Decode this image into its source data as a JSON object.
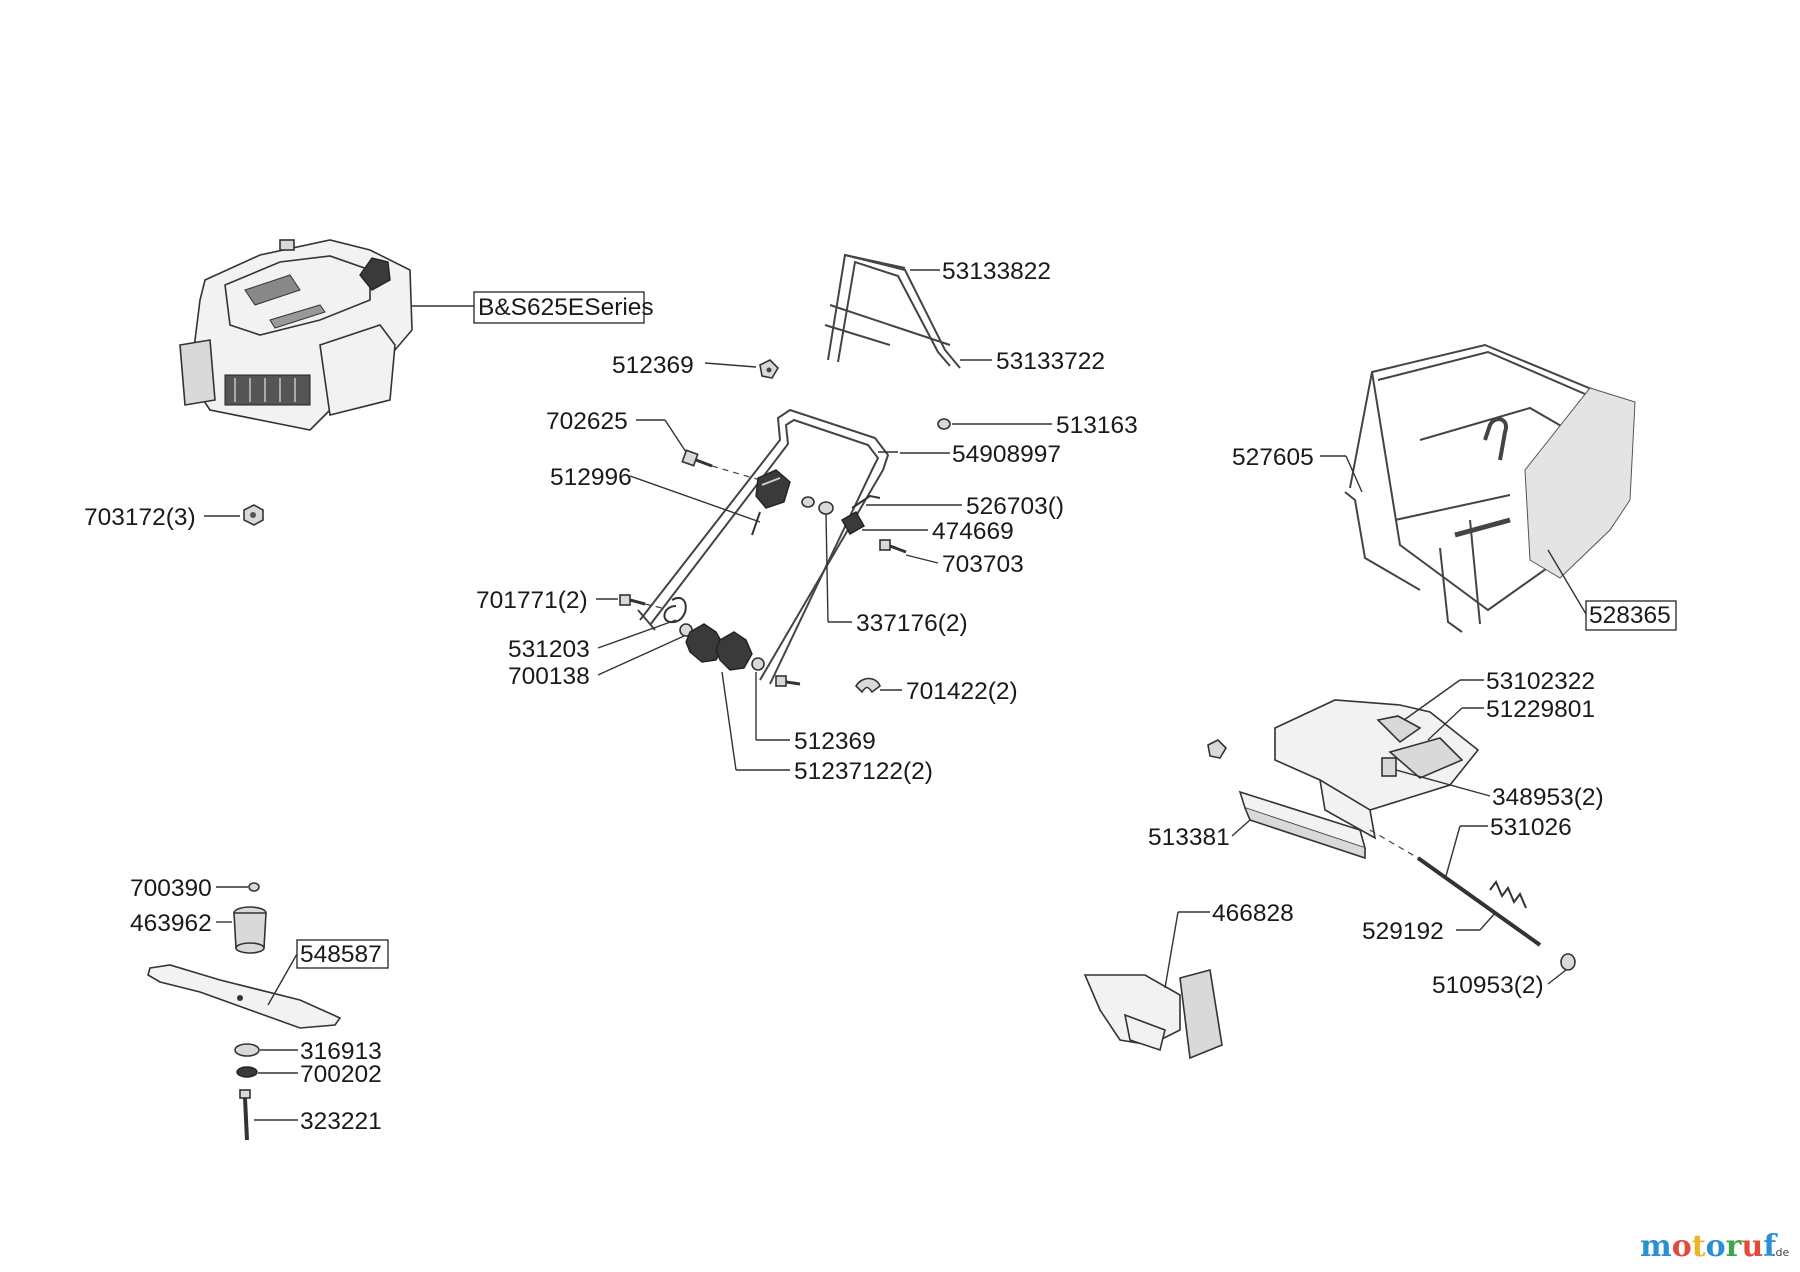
{
  "diagram": {
    "labels": {
      "engine": "B&S625ESeries",
      "nut_703172": "703172(3)",
      "handle_top": "53133822",
      "handle_mid": "53133722",
      "nut_512369a": "512369",
      "washer_513163": "513163",
      "screw_702625": "702625",
      "handle_lower": "54908997",
      "lever_512996": "512996",
      "cable_526703": "526703()",
      "clip_474669": "474669",
      "screw_703703": "703703",
      "screw_701771": "701771(2)",
      "bushing_337176": "337176(2)",
      "spring_531203": "531203",
      "washer_700138": "700138",
      "clip_701422": "701422(2)",
      "nut_512369b": "512369",
      "knob_51237122": "51237122(2)",
      "bag_frame": "527605",
      "grass_bag": "528365",
      "flap_53102322": "53102322",
      "flap_51229801": "51229801",
      "bracket_348953": "348953(2)",
      "rail_513381": "513381",
      "axle_531026": "531026",
      "spring_529192": "529192",
      "nut_510953": "510953(2)",
      "mulch_466828": "466828",
      "key_700390": "700390",
      "adapter_463962": "463962",
      "blade_548587": "548587",
      "washer_316913": "316913",
      "lockwasher_700202": "700202",
      "bolt_323221": "323221"
    },
    "watermark": {
      "brand": "motoruf",
      "tld": ".de"
    }
  }
}
